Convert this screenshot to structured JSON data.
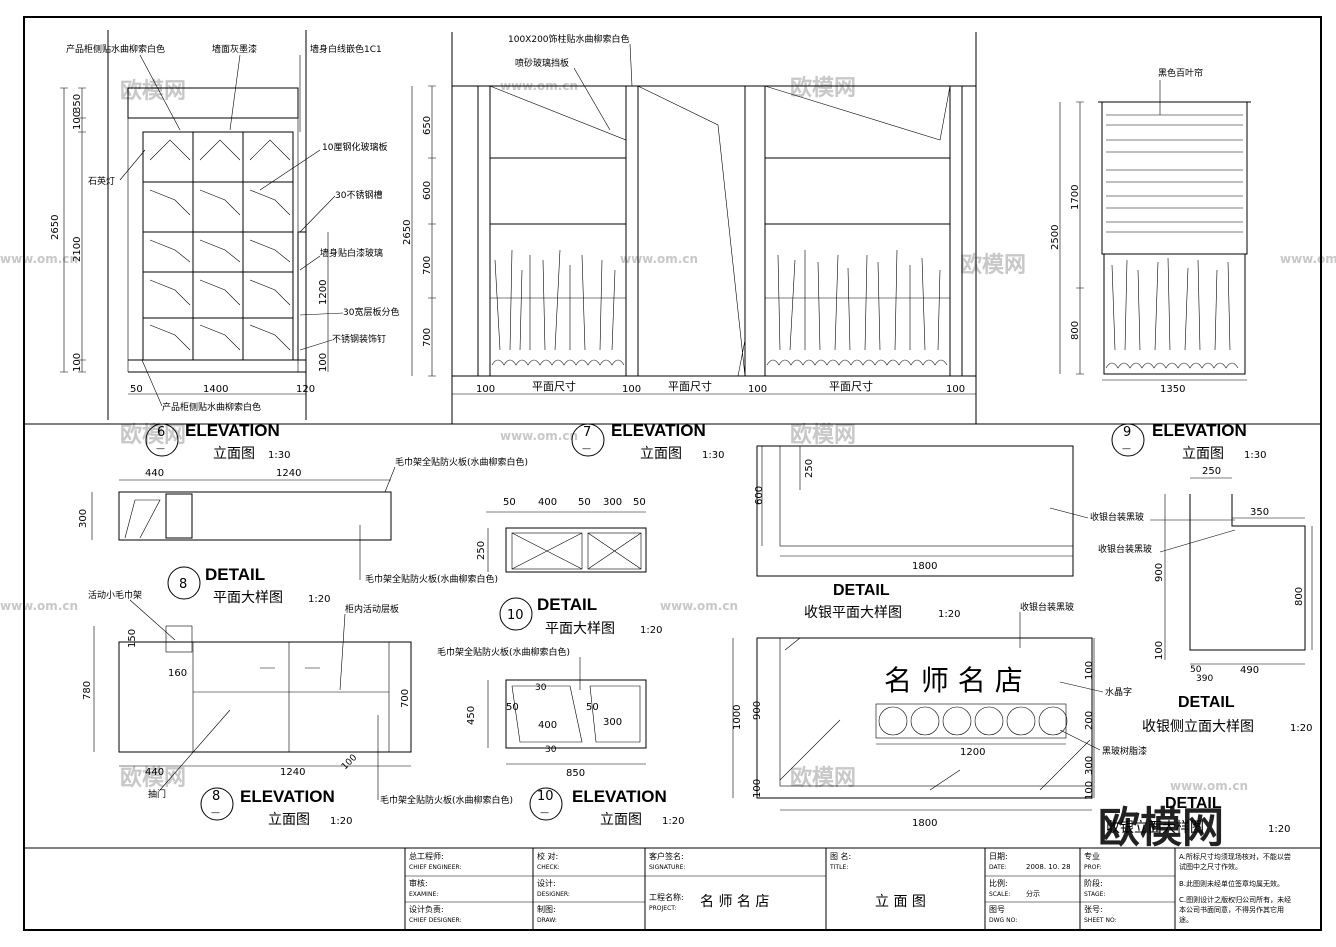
{
  "panels": {
    "e6": {
      "num": "6",
      "sub": "—",
      "title": "ELEVATION",
      "name": "立面图",
      "scale": "1:30",
      "labels": [
        "产品柜侧贴水曲柳索白色",
        "墙面灰墨漆",
        "墙身白线嵌色1C1",
        "10厘钢化玻璃板",
        "石英灯",
        "30不锈钢槽",
        "墙身贴白漆玻璃",
        "30宽层板分色",
        "不锈钢装饰钉",
        "产品柜侧贴水曲柳索白色"
      ],
      "dims": {
        "h1": "350",
        "h2": "100",
        "h3": "2100",
        "h4": "100",
        "total": "2650",
        "w1": "50",
        "w2": "1400",
        "w3": "120",
        "r1": "1200",
        "r2": "100"
      }
    },
    "e7": {
      "num": "7",
      "sub": "—",
      "title": "ELEVATION",
      "name": "立面图",
      "scale": "1:30",
      "labels": [
        "100X200饰柱贴水曲柳索白色",
        "喷砂玻璃挡板"
      ],
      "dims": {
        "h1": "650",
        "h2": "600",
        "h3": "700",
        "h4": "700",
        "total": "2650",
        "w1": "100",
        "w2": "平面尺寸",
        "w3": "100",
        "w4": "平面尺寸",
        "w5": "100",
        "w6": "平面尺寸",
        "w7": "100"
      }
    },
    "e9": {
      "num": "9",
      "sub": "—",
      "title": "ELEVATION",
      "name": "立面图",
      "scale": "1:30",
      "labels": [
        "黑色百叶帘"
      ],
      "dims": {
        "h1": "1700",
        "h2": "800",
        "total": "2500",
        "w": "1350"
      }
    },
    "d8": {
      "num": "8",
      "title": "DETAIL",
      "name": "平面大样图",
      "scale": "1:20",
      "labels": [
        "毛巾架全贴防火板(水曲柳索白色)",
        "毛巾架全贴防火板(水曲柳索白色)"
      ],
      "dims": {
        "w1": "440",
        "w2": "1240",
        "h": "300"
      }
    },
    "d10": {
      "num": "10",
      "title": "DETAIL",
      "name": "平面大样图",
      "scale": "1:20",
      "dims": {
        "a": "50",
        "b": "400",
        "c": "50",
        "d": "300",
        "e": "50",
        "h": "250"
      }
    },
    "e8": {
      "num": "8",
      "sub": "—",
      "title": "ELEVATION",
      "name": "立面图",
      "scale": "1:20",
      "labels": [
        "活动小毛巾架",
        "柜内活动层板",
        "抽门",
        "毛巾架全贴防火板(水曲柳索白色)"
      ],
      "dims": {
        "h1": "150",
        "h2": "160",
        "h3": "780",
        "h4": "700",
        "w1": "440",
        "w2": "1240",
        "s": "100"
      }
    },
    "e10": {
      "num": "10",
      "sub": "—",
      "title": "ELEVATION",
      "name": "立面图",
      "scale": "1:20",
      "labels": [
        "毛巾架全贴防火板(水曲柳索白色)"
      ],
      "dims": {
        "a": "30",
        "b": "50",
        "c": "400",
        "d": "50",
        "e": "300",
        "f": "30",
        "h": "450",
        "w": "850"
      }
    },
    "dCashPlan": {
      "title": "DETAIL",
      "name": "收银平面大样图",
      "scale": "1:20",
      "labels": [
        "收银台装黑玻"
      ],
      "dims": {
        "a": "250",
        "b": "600",
        "w": "1800"
      }
    },
    "dCashElev": {
      "title": "DETAIL",
      "name": "收银立面大样图",
      "scale": "1:20",
      "labels": [
        "收银台装黑玻",
        "水晶字",
        "黑玻树脂漆"
      ],
      "sign": "名 师 名 店",
      "dims": {
        "h1": "1000",
        "h2": "900",
        "h3": "100",
        "a": "100",
        "b": "200",
        "c": "300",
        "d": "1200",
        "w": "1800"
      }
    },
    "dCashSide": {
      "title": "DETAIL",
      "name": "收银侧立面大样图",
      "scale": "1:20",
      "labels": [
        "收银台装黑玻"
      ],
      "dims": {
        "a": "250",
        "b": "350",
        "h1": "900",
        "h2": "800",
        "c": "100",
        "d": "50",
        "e": "490",
        "f": "390"
      }
    }
  },
  "titleblock": {
    "chief_engineer": "总工程师:",
    "chief_engineer_en": "CHIEF ENGINEER:",
    "check": "校 对:",
    "check_en": "CHECK:",
    "examine": "审核:",
    "examine_en": "EXAMINE:",
    "designer": "设计:",
    "designer_en": "DESIGNER:",
    "chief_designer": "设计负责:",
    "chief_designer_en": "CHIEF DESIGNER:",
    "draw": "制图:",
    "draw_en": "DRAW:",
    "client_sig": "客户签名:",
    "client_sig_en": "SIGNATURE:",
    "project": "工程名称:",
    "project_en": "PROJECT:",
    "project_name": "名 师 名 店",
    "drawing": "图 名:",
    "drawing_en": "TITLE:",
    "drawing_name": "立 面 图",
    "date": "日期:",
    "date_en": "DATE:",
    "date_val": "2008. 10. 28",
    "scale": "比例:",
    "scale_en": "SCALE:",
    "scale_val": "分示",
    "dwg_no": "图号",
    "dwg_no_en": "DWG NO:",
    "prof": "专业",
    "prof_en": "PROF:",
    "stage": "阶段:",
    "stage_en": "STAGE:",
    "sheet": "张号:",
    "sheet_en": "SHEET NO:",
    "notes": [
      "A.所标尺寸均须现场核对，不能以尝",
      "试图中之尺寸作效。",
      "B.此图则未经单位签章均属无效。",
      "C.图则设计之版权归公司所有，未经",
      "本公司书面同意，不得另作其它用",
      "途。"
    ]
  },
  "watermarks": [
    "欧模网",
    "www.om.cn",
    "欧模网"
  ]
}
